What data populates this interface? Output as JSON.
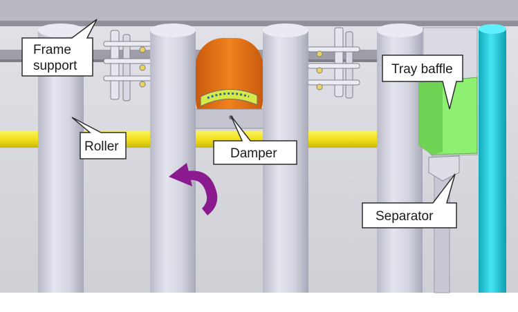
{
  "labels": {
    "frame_support_line1": "Frame",
    "frame_support_line2": "support",
    "tray_baffle": "Tray baffle",
    "roller": "Roller",
    "damper": "Damper",
    "separator": "Separator"
  },
  "colors": {
    "background": "#d7d8de",
    "frame_bar": "#a9aab2",
    "roller": "#d5d6e2",
    "yellow_bar": "#f5e81c",
    "damper": "#e8741a",
    "tray_baffle": "#8cf070",
    "separator_pipe": "#24d4e6",
    "rotation_arrow": "#8a1a8e"
  },
  "icons": {
    "rotation": "curved-arrow-icon"
  }
}
